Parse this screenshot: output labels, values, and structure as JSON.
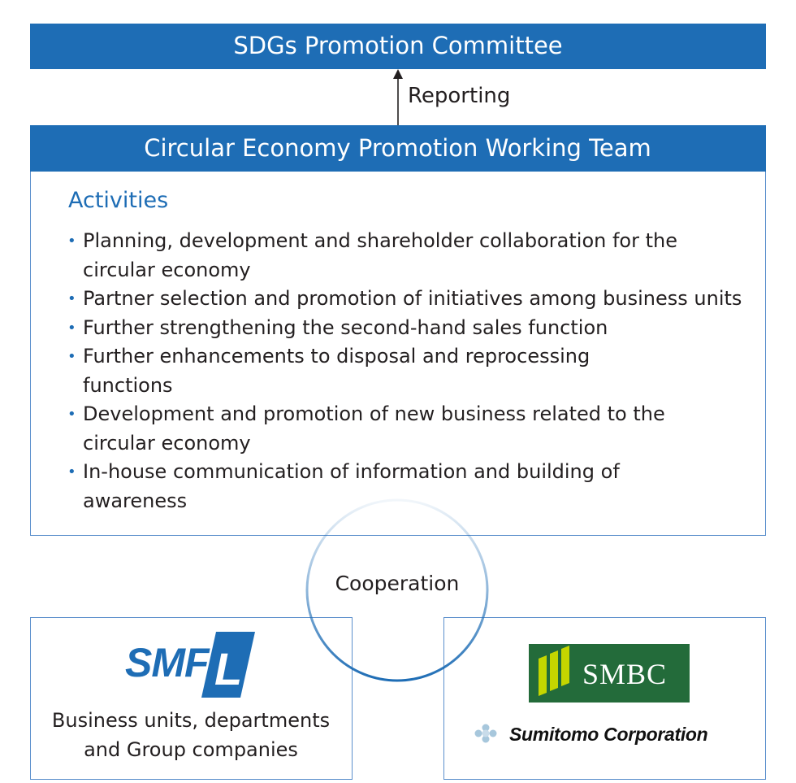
{
  "committee": {
    "title": "SDGs Promotion Committee"
  },
  "reporting": {
    "label": "Reporting"
  },
  "team": {
    "title": "Circular Economy Promotion Working Team",
    "activities_title": "Activities",
    "activities": [
      {
        "line1": "Planning, development and shareholder collaboration for the",
        "line2": "circular economy"
      },
      {
        "line1": "Partner selection and promotion of initiatives among business units",
        "line2": ""
      },
      {
        "line1": "Further strengthening the second-hand sales function",
        "line2": ""
      },
      {
        "line1": "Further enhancements to disposal and reprocessing",
        "line2": "functions"
      },
      {
        "line1": "Development and promotion of new business related to the",
        "line2": "circular economy"
      },
      {
        "line1": "In-house communication of information and building of",
        "line2": "awareness"
      }
    ]
  },
  "cooperation": {
    "label": "Cooperation"
  },
  "smfl": {
    "logo_text": "SMFL",
    "label_line1": "Business units, departments",
    "label_line2": "and Group companies"
  },
  "partners": {
    "smbc_logo_text": "SMBC",
    "sumitomo_name": "Sumitomo Corporation"
  },
  "colors": {
    "primary_blue": "#1e6db5",
    "border_blue": "#5b8fcc",
    "smbc_green": "#236b3a",
    "smbc_lime": "#c4d600"
  }
}
